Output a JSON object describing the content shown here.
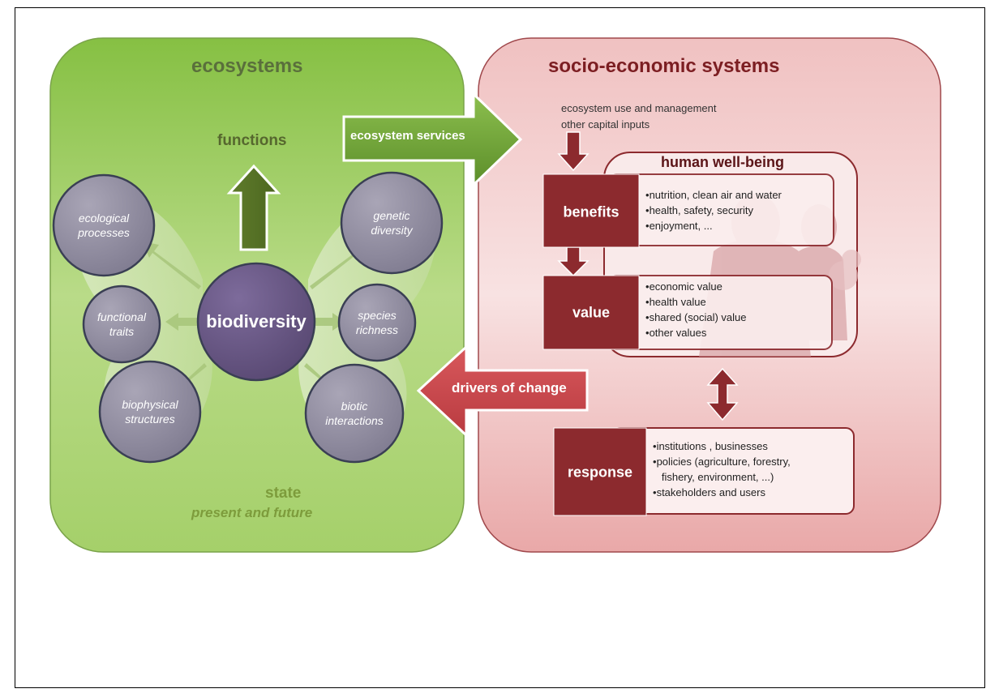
{
  "ecosystems": {
    "title": "ecosystems",
    "functions_label": "functions",
    "state_label": "state",
    "state_sub": "present and future",
    "center": "biodiversity",
    "circles": {
      "ecological_processes": [
        "ecological",
        "processes"
      ],
      "functional_traits": [
        "functional",
        "traits"
      ],
      "biophysical_structures": [
        "biophysical",
        "structures"
      ],
      "genetic_diversity": [
        "genetic",
        "diversity"
      ],
      "species_richness": [
        "species",
        "richness"
      ],
      "biotic_interactions": [
        "biotic",
        "interactions"
      ]
    }
  },
  "arrows": {
    "services": "ecosystem services",
    "drivers": "drivers of change"
  },
  "socio": {
    "title": "socio-economic systems",
    "inputs_line1": "ecosystem use and management",
    "inputs_line2": "other capital inputs",
    "wellbeing_title": "human well-being",
    "benefits": {
      "label": "benefits",
      "items": [
        "nutrition, clean air and water",
        "health, safety, security",
        "enjoyment, ..."
      ]
    },
    "value": {
      "label": "value",
      "items": [
        "economic value",
        "health value",
        "shared (social) value",
        "other values"
      ]
    },
    "response": {
      "label": "response",
      "items": [
        "institutions , businesses",
        "policies (agriculture, forestry,",
        "fishery, environment, ...)",
        "stakeholders and users"
      ]
    }
  },
  "colors": {
    "green_panel": "#93c956",
    "red_panel": "#ecadad",
    "circle": "#8f8aa0",
    "biodiversity": "#6b5a88",
    "dark_red": "#8c2a2e",
    "service_arrow": "#6c9a34",
    "driver_arrow": "#c8484d"
  }
}
